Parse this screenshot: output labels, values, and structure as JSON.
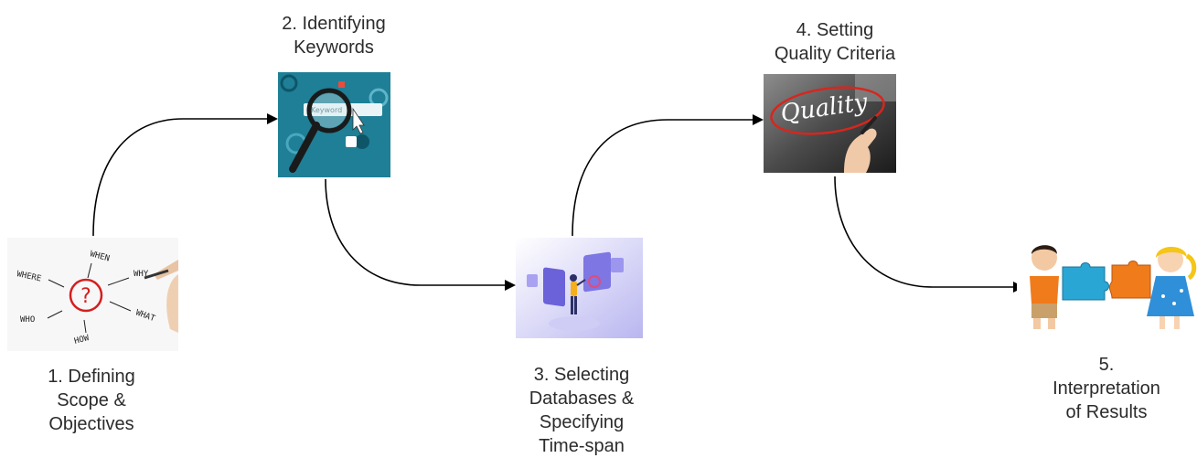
{
  "steps": [
    {
      "lines": [
        "1. Defining",
        "Scope &",
        "Objectives"
      ],
      "words": [
        "WHERE",
        "WHEN",
        "WHY",
        "WHO",
        "WHAT",
        "HOW",
        "?"
      ]
    },
    {
      "lines": [
        "2. Identifying",
        "Keywords"
      ],
      "search_text": "Keyword"
    },
    {
      "lines": [
        "3. Selecting",
        "Databases &",
        "Specifying",
        "Time-span"
      ]
    },
    {
      "lines": [
        "4. Setting",
        "Quality Criteria"
      ],
      "quality_word": "Quality"
    },
    {
      "lines": [
        "5.",
        "Interpretation",
        "of Results"
      ]
    }
  ],
  "colors": {
    "arrow": "#000000",
    "text": "#2b2b2b",
    "keyword_bg": "#1e7f96",
    "quality_circle": "#d7261e"
  }
}
